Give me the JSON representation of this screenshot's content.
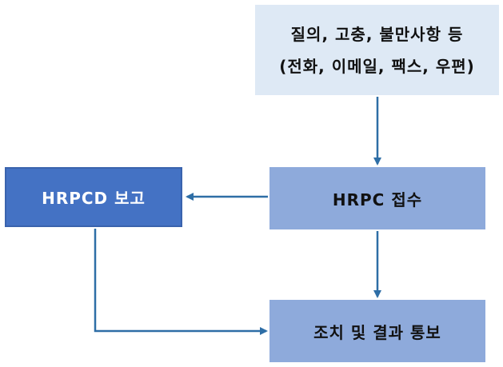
{
  "nodes": {
    "inquiry": {
      "line1": "질의, 고충, 불만사항 등",
      "line2": "(전화, 이메일, 팩스, 우편)"
    },
    "report": {
      "label": "HRPCD 보고"
    },
    "receipt": {
      "label": "HRPC 접수"
    },
    "result": {
      "label": "조치 및 결과 통보"
    }
  },
  "colors": {
    "arrow": "#2e6ea6",
    "inquiry_fill": "#dee9f5",
    "report_fill": "#4472c4",
    "process_fill": "#8eaadb"
  }
}
